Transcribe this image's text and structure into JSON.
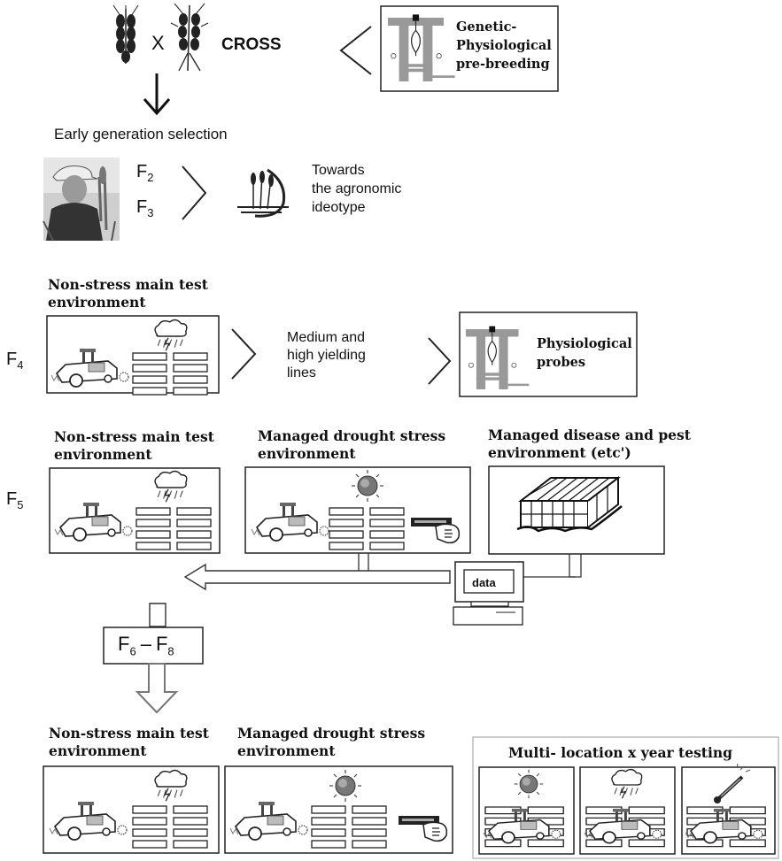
{
  "top": {
    "cross_label": "CROSS",
    "cross_symbol": "X",
    "prebreeding_label": [
      "Genetic-",
      "Physiological",
      "pre-breeding"
    ],
    "early_selection": "Early generation selection",
    "f2_base": "F",
    "f2_sub": "2",
    "f3_base": "F",
    "f3_sub": "3",
    "ideotype": [
      "Towards",
      "the agronomic",
      "ideotype"
    ]
  },
  "f4": {
    "gen_base": "F",
    "gen_sub": "4",
    "env_title": [
      "Non-stress main test",
      "environment"
    ],
    "medium_high": [
      "Medium and",
      "high yielding",
      "lines"
    ],
    "probes": [
      "Physiological",
      "probes"
    ]
  },
  "f5": {
    "gen_base": "F",
    "gen_sub": "5",
    "env1_title": [
      "Non-stress main test",
      "environment"
    ],
    "env2_title": [
      "Managed drought stress",
      "environment"
    ],
    "env3_title": [
      "Managed disease and pest",
      "environment (etc')"
    ],
    "data_label": "data"
  },
  "f6f8": {
    "label_a_base": "F",
    "label_a_sub": "6",
    "dash": "–",
    "label_b_base": "F",
    "label_b_sub": "8"
  },
  "bottom": {
    "env1_title": [
      "Non-stress main test",
      "environment"
    ],
    "env2_title": [
      "Managed drought stress",
      "environment"
    ],
    "multi_title": "Multi- location x year testing"
  },
  "colors": {
    "stroke": "#222222",
    "grey_frame": "#a8a8a8",
    "arrow_grey": "#888888"
  }
}
